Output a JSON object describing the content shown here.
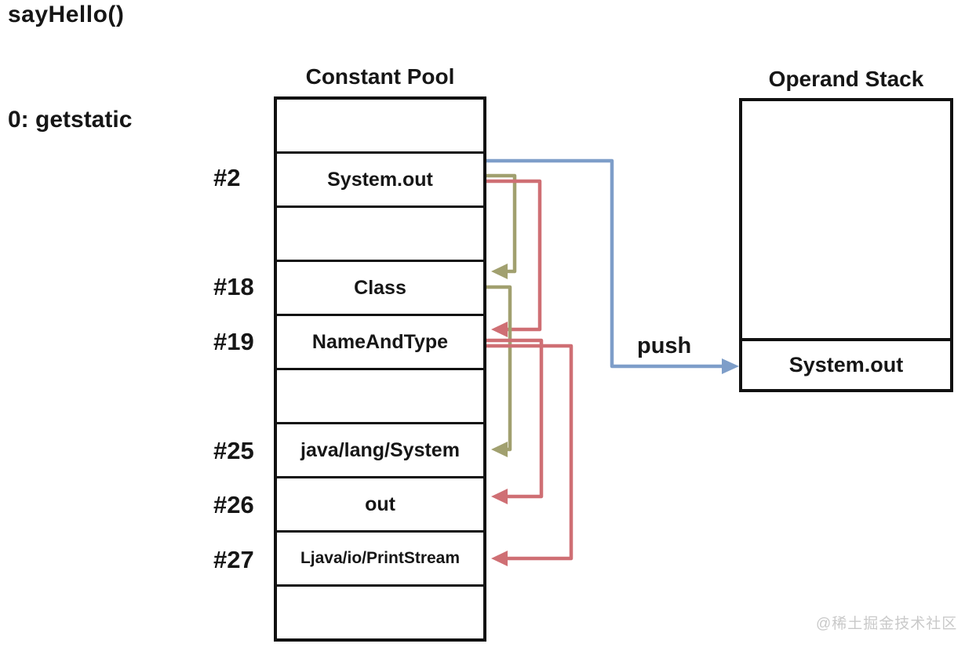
{
  "page": {
    "method_label": "sayHello()",
    "instruction_label": "0: getstatic",
    "watermark": "@稀土掘金技术社区"
  },
  "constant_pool": {
    "title": "Constant Pool",
    "rows": [
      {
        "index": "",
        "value": ""
      },
      {
        "index": "#2",
        "value": "System.out"
      },
      {
        "index": "",
        "value": ""
      },
      {
        "index": "#18",
        "value": "Class"
      },
      {
        "index": "#19",
        "value": "NameAndType"
      },
      {
        "index": "",
        "value": ""
      },
      {
        "index": "#25",
        "value": "java/lang/System"
      },
      {
        "index": "#26",
        "value": "out"
      },
      {
        "index": "#27",
        "value": "Ljava/io/PrintStream"
      },
      {
        "index": "",
        "value": ""
      }
    ]
  },
  "operand_stack": {
    "title": "Operand Stack",
    "slots": [
      {
        "value": ""
      },
      {
        "value": "System.out"
      }
    ]
  },
  "push_arrow": {
    "label": "push"
  },
  "arrows": [
    {
      "id": "push",
      "from": "#2 System.out",
      "to": "Operand Stack",
      "color_key": "push_arrow"
    },
    {
      "id": "ref-2-18",
      "from": "#2",
      "to": "#18",
      "color_key": "class_ref_arrow"
    },
    {
      "id": "ref-2-19",
      "from": "#2",
      "to": "#19",
      "color_key": "name_ref_arrow"
    },
    {
      "id": "ref-18-25",
      "from": "#18",
      "to": "#25",
      "color_key": "class_ref_arrow"
    },
    {
      "id": "ref-19-26",
      "from": "#19",
      "to": "#26",
      "color_key": "name_ref_arrow"
    },
    {
      "id": "ref-19-27",
      "from": "#19",
      "to": "#27",
      "color_key": "name_ref_arrow"
    }
  ],
  "colors": {
    "push_arrow": "#7e9ec9",
    "class_ref_arrow": "#a1a06f",
    "name_ref_arrow": "#cf6f74",
    "border": "#111111",
    "text": "#161616",
    "watermark": "#c9c9c9"
  }
}
